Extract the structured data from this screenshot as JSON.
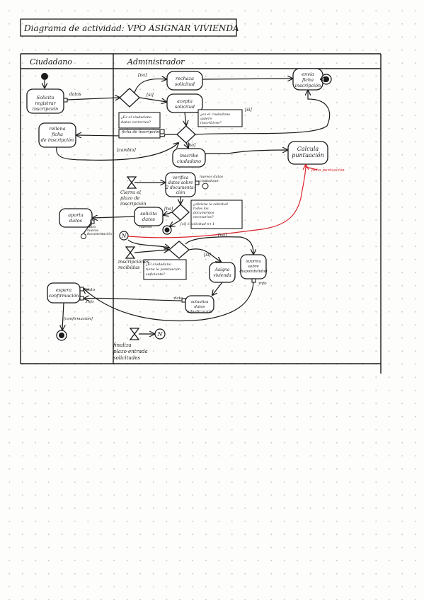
{
  "title": "Diagrama de actividad: VPO ASIGNAR VIVIENDA",
  "lanes": {
    "citizen": "Ciudadano",
    "admin": "Administrador"
  },
  "actions": {
    "solicita": [
      "Solicita",
      "registrar",
      "inscripción"
    ],
    "rellena": [
      "rellena",
      "ficha",
      "de inscripción"
    ],
    "rechaza": [
      "rechaza",
      "solicitud"
    ],
    "acepta": [
      "acepta",
      "solicitud"
    ],
    "inscribe": [
      "inscribe",
      "ciudadano"
    ],
    "envia": [
      "envía",
      "ficha",
      "inscripción"
    ],
    "calcula": [
      "Calcula",
      "puntuación"
    ],
    "verifica": [
      "verifica",
      "datos sobre",
      "2 documenta-",
      "ción"
    ],
    "solicita_datos": [
      "solicita",
      "datos"
    ],
    "aporta": [
      "aporta",
      "datos"
    ],
    "asigna": [
      "Asigna",
      "vivienda"
    ],
    "informa": [
      "informa",
      "sobre",
      "disponibilidad"
    ],
    "actualiza": [
      "actualiza",
      "datos",
      "adjudicación"
    ],
    "espera": [
      "espera",
      "confirmación"
    ]
  },
  "labels": {
    "datos": "datos",
    "no": "[no]",
    "si": "[si]",
    "cambio": "[cambio]",
    "ficha_datos_inscripcion": "ficha de inscripción",
    "cond_datos_correctos": [
      "¿Es el ciudadano",
      "datos correctos?"
    ],
    "cond_quiere_inscribirse": [
      "¿es el ciudadano",
      "quiere",
      "inscribirse?"
    ],
    "cierre_plazo": [
      "Cierra el",
      "plazo de",
      "inscripción"
    ],
    "nuevos_datos": [
      "nuevos datos",
      "ciudadano"
    ],
    "cond_documentacion": [
      "¿obtiene la solicitud",
      "todos los",
      "documentos",
      "necesarios?"
    ],
    "si_documentacion": "[si] ó solicitud n+1",
    "solicitud_desc": [
      "datos",
      "nuevos",
      "documentación"
    ],
    "nuevos": "nuevos",
    "inscripciones_recibidas": [
      "inscripciones",
      "recibidas"
    ],
    "cond_puntuacion": [
      "¿El ciudadano",
      "tiene la puntuación",
      "suficiente?"
    ],
    "ficha_puntuacion": "ficha puntuación",
    "dato_asig": ":dato",
    "dato_ini": ":dato",
    "info": ":info",
    "confirmacion": "[confirmación]",
    "finaliza_plazo": [
      "finaliza",
      "plazo entrada",
      "solicitudes"
    ],
    "connector": "N"
  },
  "colors": {
    "ink": "#1a1a1a",
    "red_flow": "#d9232a",
    "grid_dots": "#c9c9c9"
  }
}
